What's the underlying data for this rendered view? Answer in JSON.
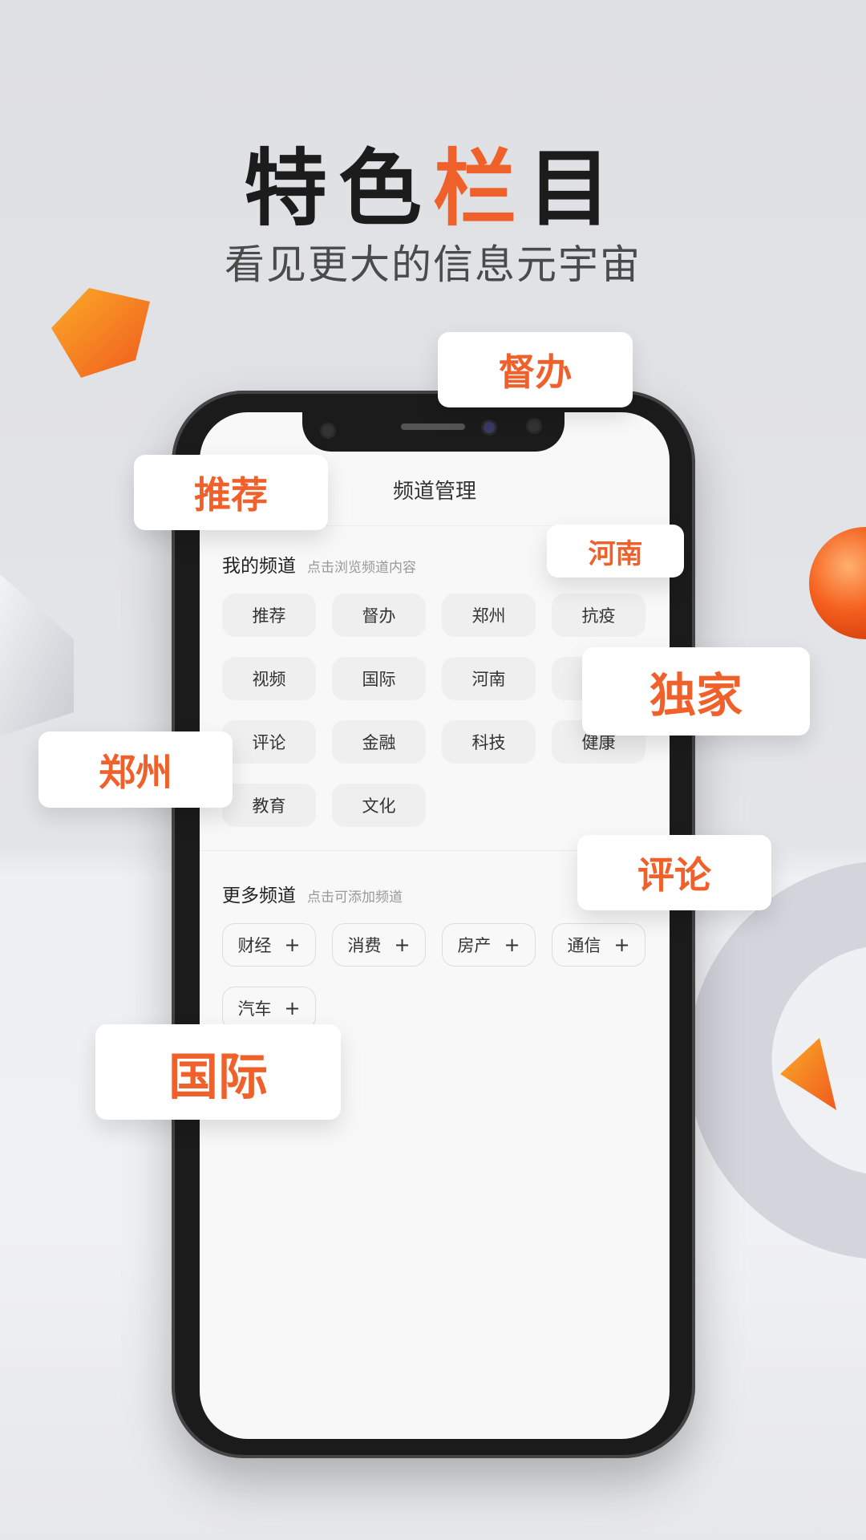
{
  "hero": {
    "title_part1": "特色",
    "title_highlight": "栏",
    "title_part2": "目",
    "subtitle": "看见更大的信息元宇宙"
  },
  "colors": {
    "accent": "#f0602a",
    "background": "#e3e4e8"
  },
  "screen": {
    "header_title": "频道管理",
    "my_channels": {
      "title": "我的频道",
      "hint": "点击浏览频道内容",
      "items": [
        "推荐",
        "督办",
        "郑州",
        "抗疫",
        "视频",
        "国际",
        "河南",
        "",
        "评论",
        "金融",
        "科技",
        "健康",
        "教育",
        "文化"
      ]
    },
    "more_channels": {
      "title": "更多频道",
      "hint": "点击可添加频道",
      "items": [
        "财经",
        "消费",
        "房产",
        "通信",
        "汽车"
      ],
      "add_icon": "+"
    }
  },
  "floating_tags": [
    "督办",
    "推荐",
    "河南",
    "独家",
    "郑州",
    "评论",
    "国际"
  ]
}
